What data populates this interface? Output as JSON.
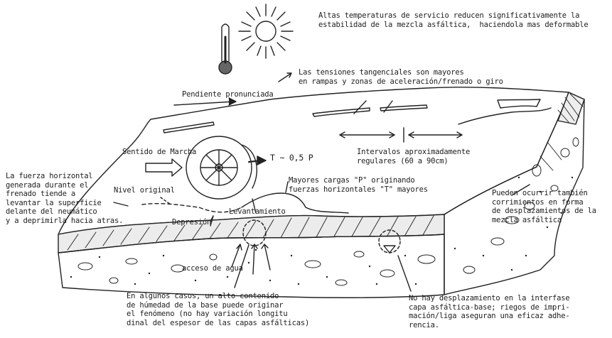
{
  "labels": {
    "temperature_note": "Altas temperaturas de servicio reducen significativamente la\nestabilidad de la mezcla asfáltica,  haciendola mas deformable",
    "shear_stress": "Las tensiones tangenciales son mayores\nen rampas y zonas de aceleración/frenado o giro",
    "steep_slope": "Pendiente pronunciada",
    "direction": "Sentido de Marcha",
    "force_t": "T ∼ 0,5 P",
    "intervals": "Intervalos aproximadamente\nregulares (60 a 90cm)",
    "greater_loads": "Mayores cargas \"P\" originando\nfuerzas horizontales \"T\" mayores",
    "horizontal_force": "La fuerza horizontal\ngenerada durante el\nfrenado tiende a\nlevantar la superficie\ndelante del neumático\ny a deprimirla hacia atras.",
    "original_level": "Nivel original",
    "uplift": "Levantamiento",
    "depression": "Depresión",
    "displacement_note": "Pueden ocurrir también\ncorrimientos en forma\nde desplazamientos de la\nmezcla asfáltica",
    "water_access": "acceso de agua",
    "moisture_note": "En algunos casos, un alto contenido\nde húmedad de la base puede originar\nel fenómeno (no hay variación longitu\ndinal del espesor de las capas asfálticas)",
    "interface_note": "No hay desplazamiento en la interfase\ncapa asfáltica-base; riegos de impri-\nmación/liga aseguran una eficaz adhe-\nrencia."
  }
}
